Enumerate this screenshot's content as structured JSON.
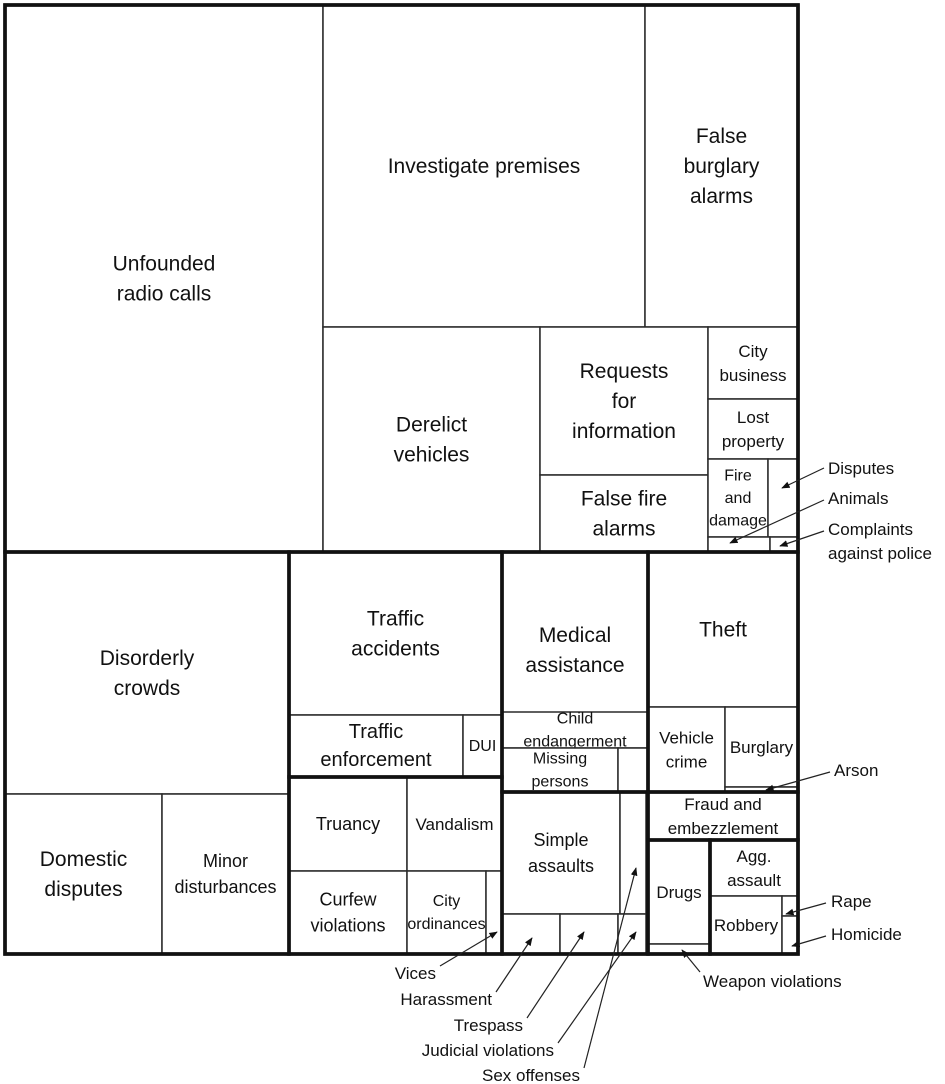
{
  "chart_data": {
    "type": "treemap",
    "groups": [
      {
        "cells": [
          {
            "id": "unfounded",
            "label": "Unfounded radio calls"
          },
          {
            "id": "investigate",
            "label": "Investigate premises"
          },
          {
            "id": "false_burglary",
            "label": "False burglary alarms"
          },
          {
            "id": "derelict",
            "label": "Derelict vehicles"
          },
          {
            "id": "requests",
            "label": "Requests for information"
          },
          {
            "id": "false_fire",
            "label": "False fire alarms"
          },
          {
            "id": "city_business",
            "label": "City business"
          },
          {
            "id": "lost_property",
            "label": "Lost property"
          },
          {
            "id": "fire_damage",
            "label": "Fire and damage"
          },
          {
            "id": "disputes",
            "label": "Disputes"
          },
          {
            "id": "animals",
            "label": "Animals"
          },
          {
            "id": "complaints",
            "label": "Complaints against police"
          }
        ]
      },
      {
        "cells": [
          {
            "id": "disorderly",
            "label": "Disorderly crowds"
          },
          {
            "id": "domestic",
            "label": "Domestic disputes"
          },
          {
            "id": "minor",
            "label": "Minor disturbances"
          }
        ]
      },
      {
        "cells": [
          {
            "id": "traffic_acc",
            "label": "Traffic accidents"
          },
          {
            "id": "traffic_enf",
            "label": "Traffic enforcement"
          },
          {
            "id": "dui",
            "label": "DUI"
          }
        ]
      },
      {
        "cells": [
          {
            "id": "truancy",
            "label": "Truancy"
          },
          {
            "id": "vandalism",
            "label": "Vandalism"
          },
          {
            "id": "curfew",
            "label": "Curfew violations"
          },
          {
            "id": "city_ord",
            "label": "City ordinances"
          },
          {
            "id": "vices",
            "label": "Vices"
          }
        ]
      },
      {
        "cells": [
          {
            "id": "medical",
            "label": "Medical assistance"
          },
          {
            "id": "child",
            "label": "Child endangerment"
          },
          {
            "id": "missing",
            "label": "Missing persons"
          }
        ]
      },
      {
        "cells": [
          {
            "id": "simple_assault",
            "label": "Simple assaults"
          },
          {
            "id": "harassment",
            "label": "Harassment"
          },
          {
            "id": "trespass",
            "label": "Trespass"
          },
          {
            "id": "judicial",
            "label": "Judicial violations"
          },
          {
            "id": "sex_offenses",
            "label": "Sex offenses"
          }
        ]
      },
      {
        "cells": [
          {
            "id": "theft",
            "label": "Theft"
          },
          {
            "id": "vehicle_crime",
            "label": "Vehicle crime"
          },
          {
            "id": "burglary",
            "label": "Burglary"
          },
          {
            "id": "arson",
            "label": "Arson"
          }
        ]
      },
      {
        "cells": [
          {
            "id": "fraud",
            "label": "Fraud and embezzlement"
          }
        ]
      },
      {
        "cells": [
          {
            "id": "drugs",
            "label": "Drugs"
          },
          {
            "id": "weapon",
            "label": "Weapon violations"
          },
          {
            "id": "agg_assault",
            "label": "Agg. assault"
          },
          {
            "id": "robbery",
            "label": "Robbery"
          },
          {
            "id": "rape",
            "label": "Rape"
          },
          {
            "id": "homicide",
            "label": "Homicide"
          }
        ]
      }
    ]
  }
}
